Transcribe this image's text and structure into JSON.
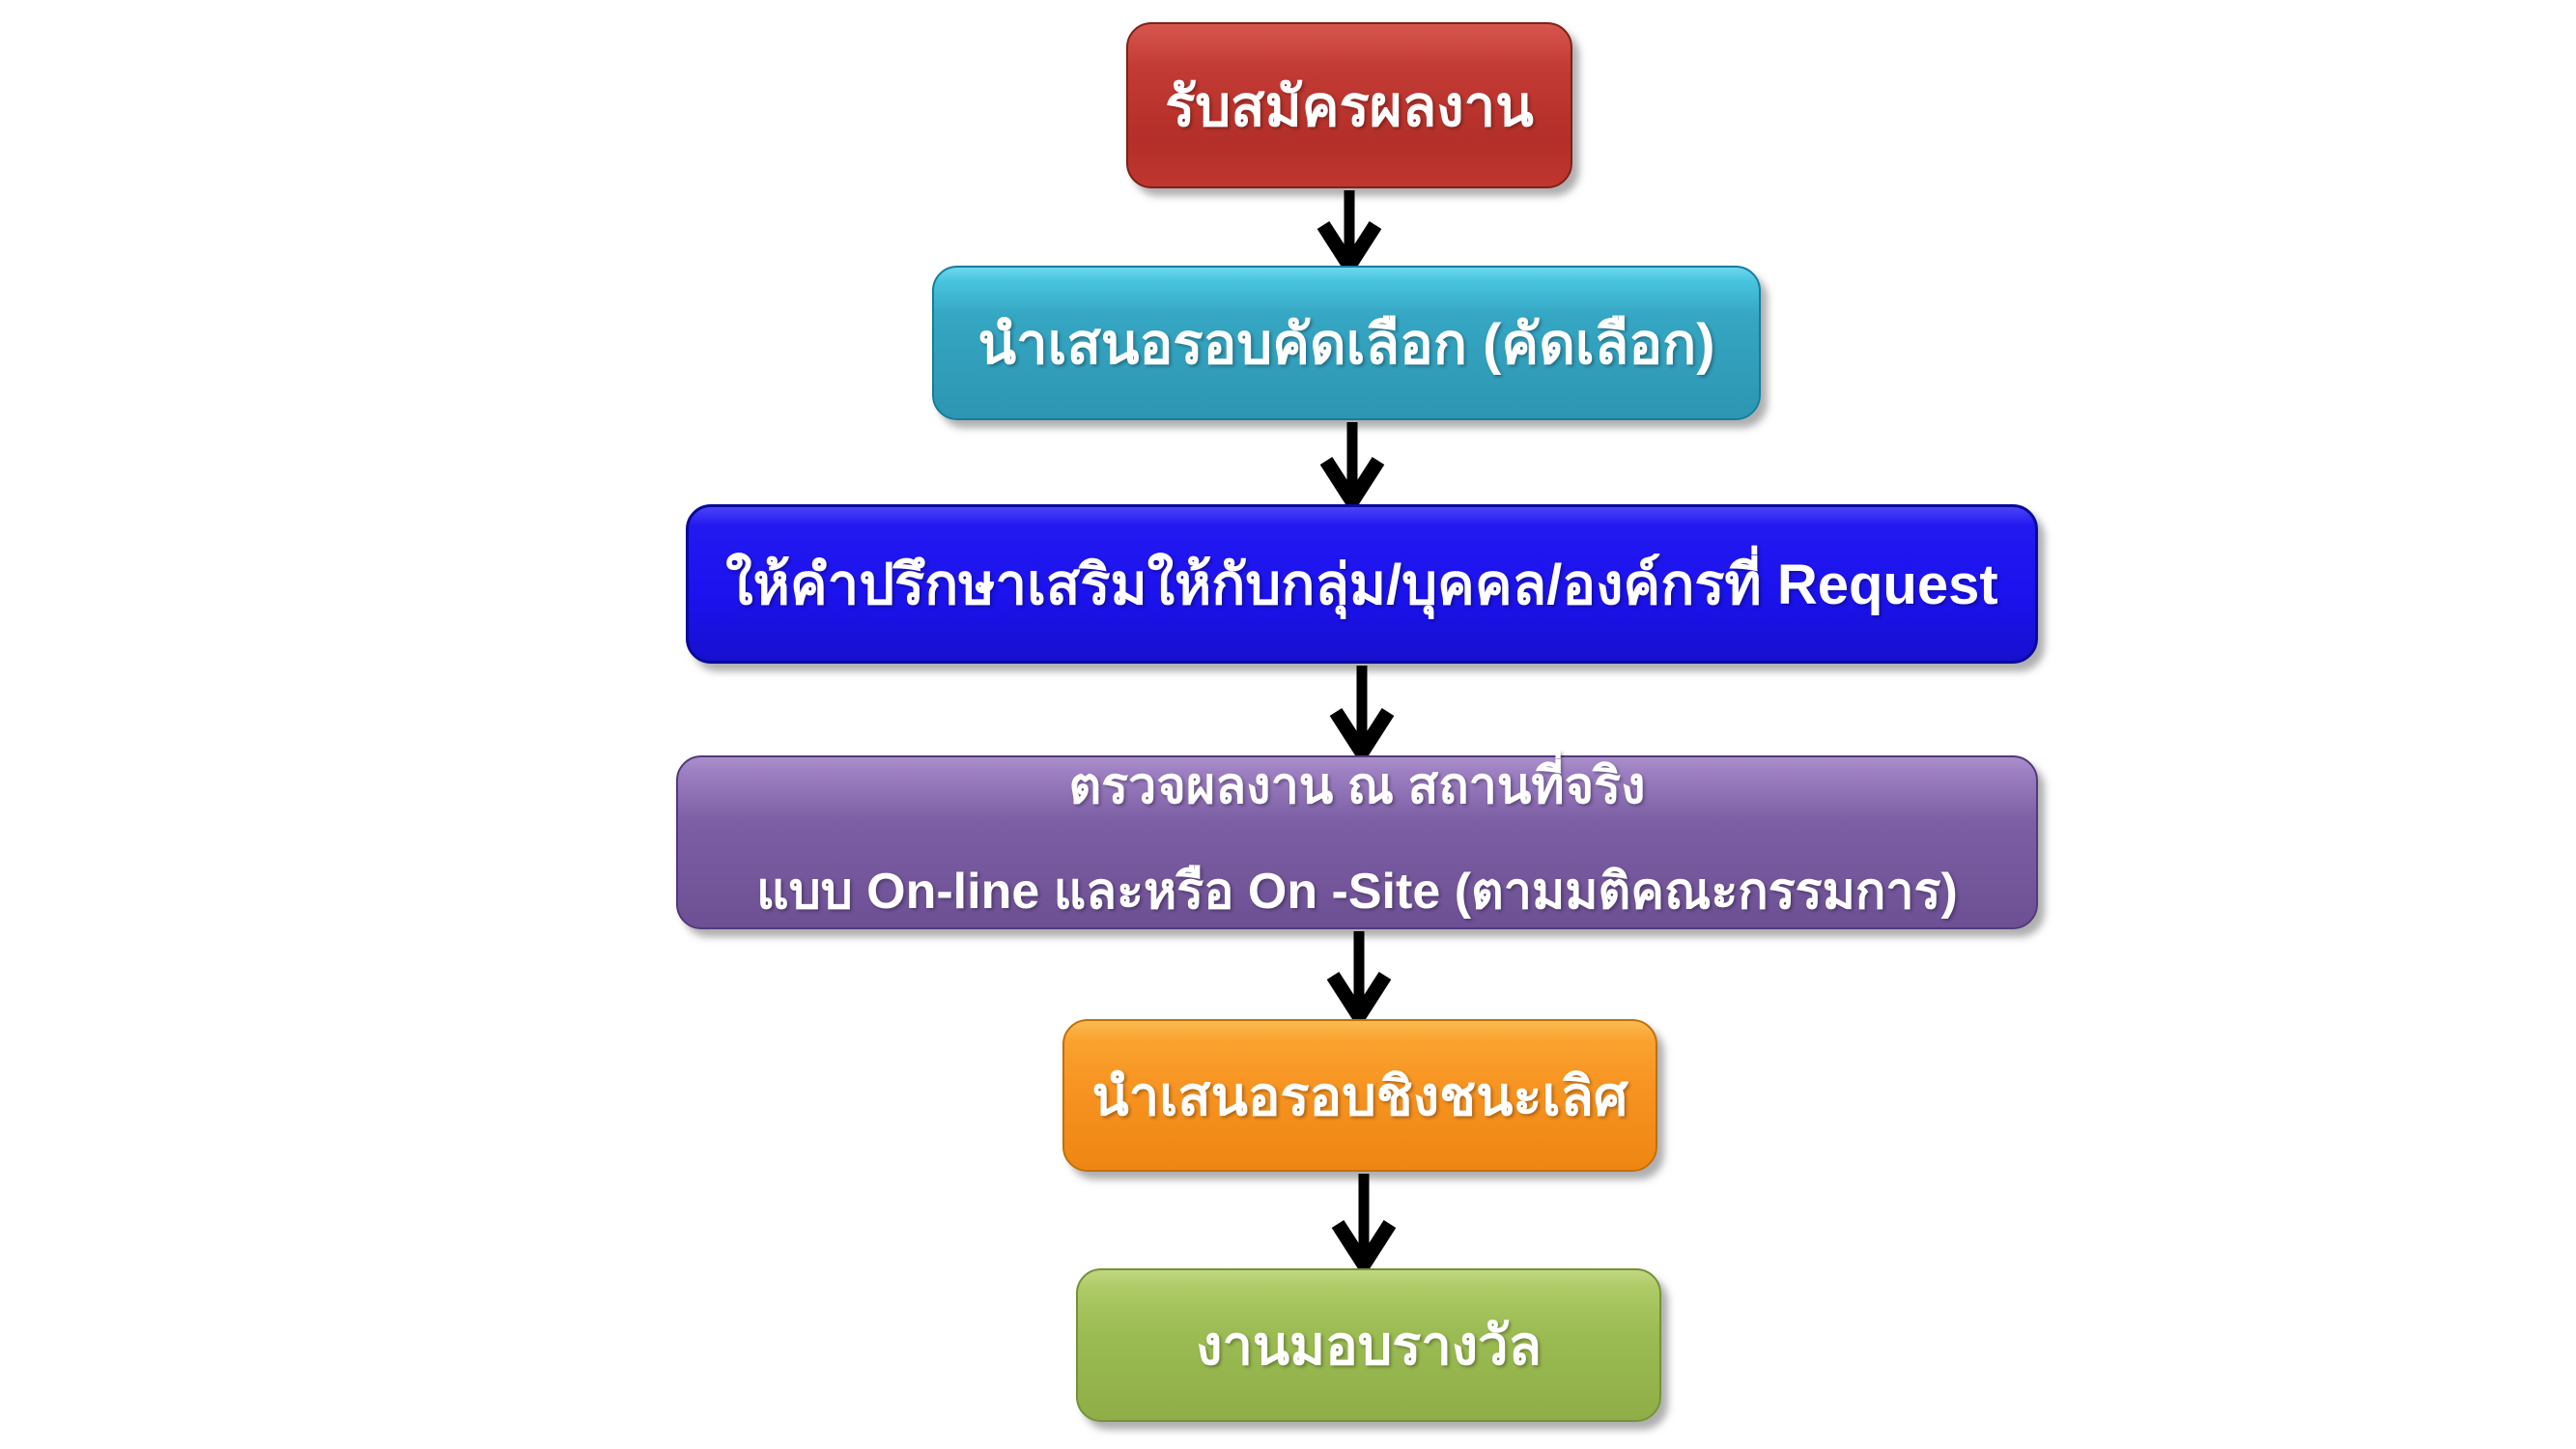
{
  "diagram": {
    "type": "flowchart",
    "background": "#ffffff",
    "arrow_color": "#000000",
    "text_color": "#ffffff",
    "nodes": [
      {
        "id": "node-apply",
        "label": "รับสมัครผลงาน",
        "fill": "#be352e",
        "border": "#7d211c"
      },
      {
        "id": "node-screening",
        "label": "นำเสนอรอบคัดเลือก (คัดเลือก)",
        "fill": "#35a6c3",
        "border": "#177d9b"
      },
      {
        "id": "node-consult",
        "label": "ให้คำปรึกษาเสริมให้กับกลุ่ม/บุคคล/องค์กรที่ Request",
        "fill": "#1b12ee",
        "border": "#0a0a99"
      },
      {
        "id": "node-sitevisit",
        "line1": "ตรวจผลงาน ณ สถานที่จริง",
        "line2": "แบบ On-line และหรือ On -Site (ตามมติคณะกรรมการ)",
        "fill": "#7c5ea4",
        "border": "#53397a"
      },
      {
        "id": "node-final",
        "label": "นำเสนอรอบชิงชนะเลิศ",
        "fill": "#f79321",
        "border": "#c0700e"
      },
      {
        "id": "node-award",
        "label": "งานมอบรางวัล",
        "fill": "#9bbb53",
        "border": "#74923a"
      }
    ],
    "connectors": [
      {
        "from": "node-apply",
        "to": "node-screening"
      },
      {
        "from": "node-screening",
        "to": "node-consult"
      },
      {
        "from": "node-consult",
        "to": "node-sitevisit"
      },
      {
        "from": "node-sitevisit",
        "to": "node-final"
      },
      {
        "from": "node-final",
        "to": "node-award"
      }
    ]
  }
}
